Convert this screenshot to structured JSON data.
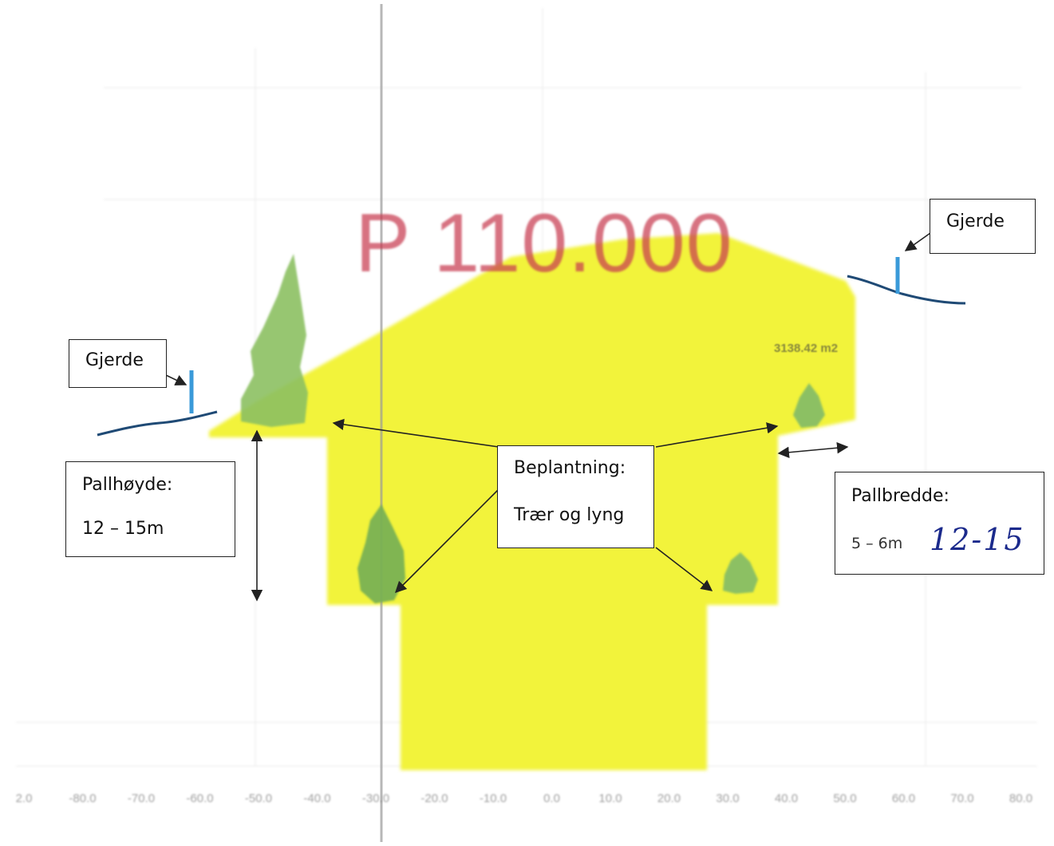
{
  "title": "P 110.000",
  "area_label": "3138.42 m2",
  "callouts": {
    "fence_left": "Gjerde",
    "fence_right": "Gjerde",
    "bench_height": {
      "heading": "Pallhøyde:",
      "value": "12 – 15m"
    },
    "planting": {
      "heading": "Beplantning:",
      "value": "Trær og lyng"
    },
    "bench_width": {
      "heading": "Pallbredde:",
      "struck_value": "5 – 6m",
      "handwritten_value": "12-15"
    }
  },
  "axis_ticks": [
    "2.0",
    "-80.0",
    "-70.0",
    "-60.0",
    "-50.0",
    "-40.0",
    "-30.0",
    "-20.0",
    "-10.0",
    "0.0",
    "10.0",
    "20.0",
    "30.0",
    "40.0",
    "50.0",
    "60.0",
    "70.0",
    "80.0"
  ],
  "colors": {
    "fill_yellow": "#f2f33a",
    "vegetation_green": "#8cc063",
    "fence_blue": "#3a9ad9",
    "terrain_line": "#1f4a75",
    "title_red": "#c83c50",
    "handwriting_ink": "#1b2a8c"
  }
}
